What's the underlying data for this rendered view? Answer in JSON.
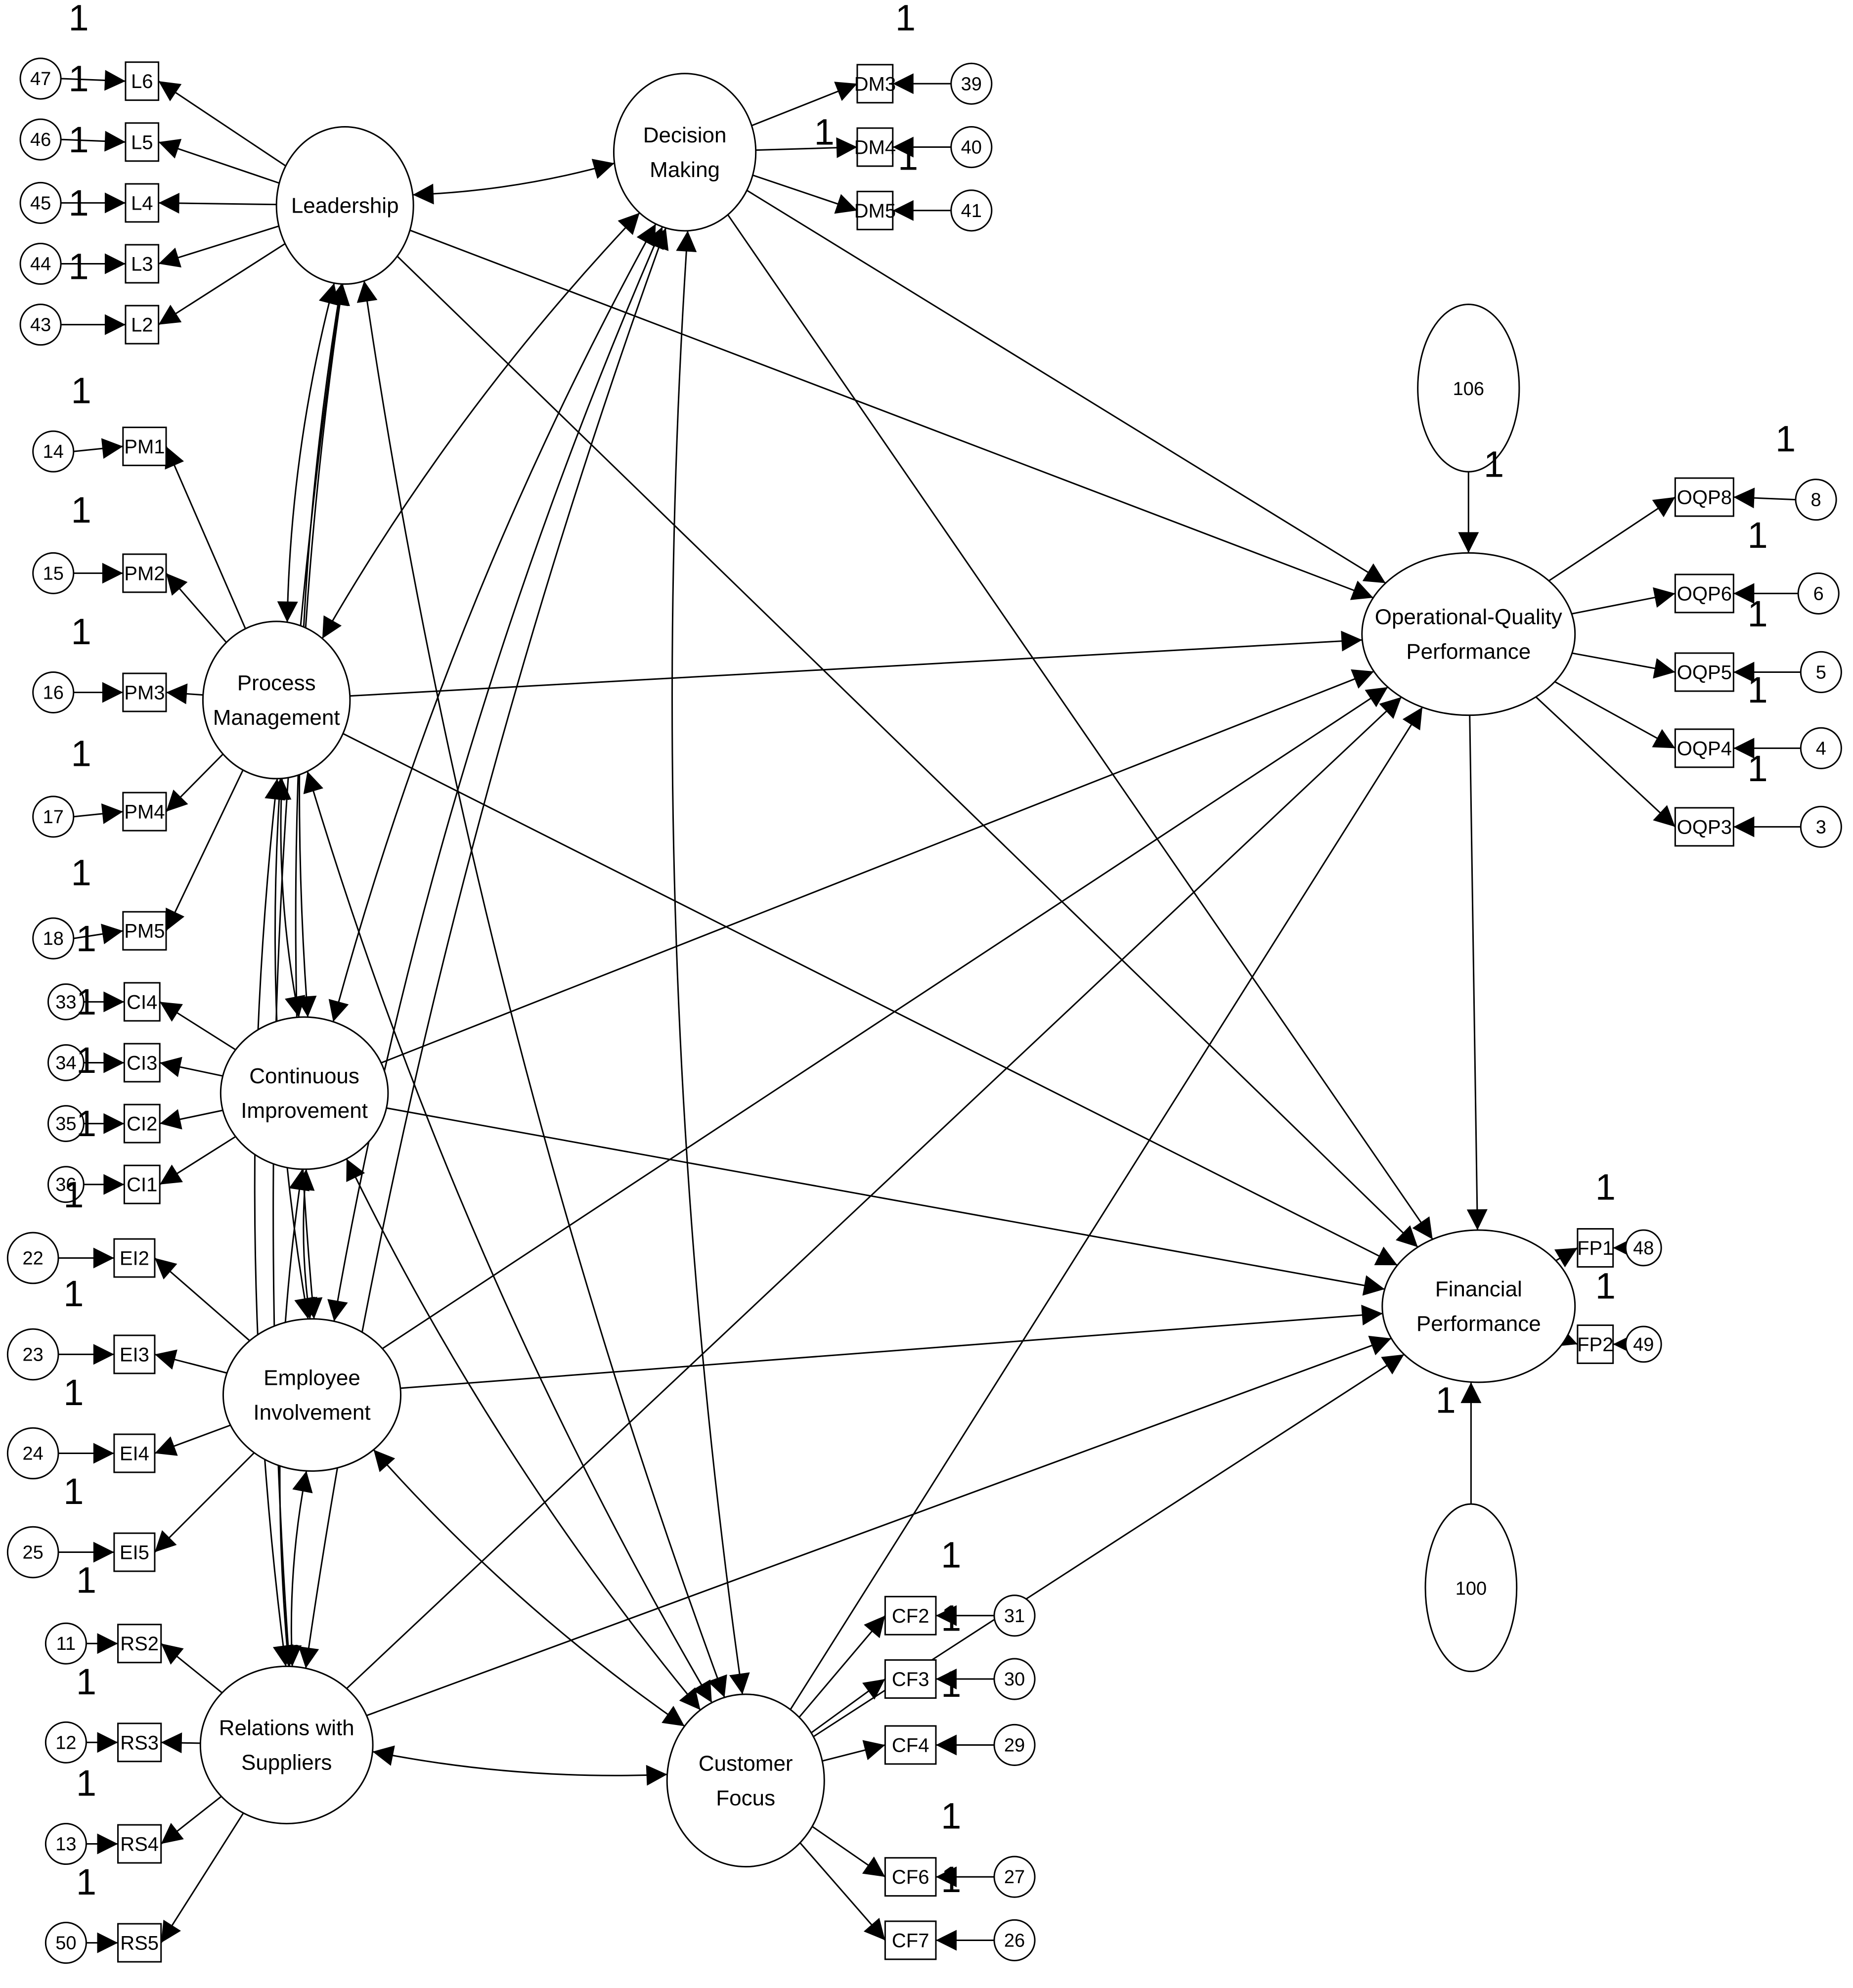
{
  "latents": {
    "leadership": "Leadership",
    "decision_making": [
      "Decision",
      "Making"
    ],
    "process_management": [
      "Process",
      "Management"
    ],
    "continuous_improvement": [
      "Continuous",
      "Improvement"
    ],
    "employee_involvement": [
      "Employee",
      "Involvement"
    ],
    "relations_with_suppliers": [
      "Relations with",
      "Suppliers"
    ],
    "customer_focus": [
      "Customer",
      "Focus"
    ],
    "operational_quality_performance": [
      "Operational-Quality",
      "Performance"
    ],
    "financial_performance": [
      "Financial",
      "Performance"
    ]
  },
  "disturbances": {
    "opq": "106",
    "fp": "100"
  },
  "indicators": [
    {
      "id": "L6",
      "error": "47"
    },
    {
      "id": "L5",
      "error": "46"
    },
    {
      "id": "L4",
      "error": "45"
    },
    {
      "id": "L3",
      "error": "44"
    },
    {
      "id": "L2",
      "error": "43"
    },
    {
      "id": "DM3",
      "error": "39"
    },
    {
      "id": "DM4",
      "error": "40"
    },
    {
      "id": "DM5",
      "error": "41"
    },
    {
      "id": "PM1",
      "error": "14"
    },
    {
      "id": "PM2",
      "error": "15"
    },
    {
      "id": "PM3",
      "error": "16"
    },
    {
      "id": "PM4",
      "error": "17"
    },
    {
      "id": "PM5",
      "error": "18"
    },
    {
      "id": "CI4",
      "error": "33"
    },
    {
      "id": "CI3",
      "error": "34"
    },
    {
      "id": "CI2",
      "error": "35"
    },
    {
      "id": "CI1",
      "error": "36"
    },
    {
      "id": "EI2",
      "error": "22"
    },
    {
      "id": "EI3",
      "error": "23"
    },
    {
      "id": "EI4",
      "error": "24"
    },
    {
      "id": "EI5",
      "error": "25"
    },
    {
      "id": "RS2",
      "error": "11"
    },
    {
      "id": "RS3",
      "error": "12"
    },
    {
      "id": "RS4",
      "error": "13"
    },
    {
      "id": "RS5",
      "error": "50"
    },
    {
      "id": "CF2",
      "error": "31"
    },
    {
      "id": "CF3",
      "error": "30"
    },
    {
      "id": "CF4",
      "error": "29"
    },
    {
      "id": "CF6",
      "error": "27"
    },
    {
      "id": "CF7",
      "error": "26"
    },
    {
      "id": "OQP8",
      "error": "8"
    },
    {
      "id": "OQP6",
      "error": "6"
    },
    {
      "id": "OQP5",
      "error": "5"
    },
    {
      "id": "OQP4",
      "error": "4"
    },
    {
      "id": "OQP3",
      "error": "3"
    },
    {
      "id": "FP1",
      "error": "48"
    },
    {
      "id": "FP2",
      "error": "49"
    }
  ],
  "fixed_loading": "1",
  "colors": {
    "stroke": "#000000",
    "fill": "#ffffff"
  }
}
